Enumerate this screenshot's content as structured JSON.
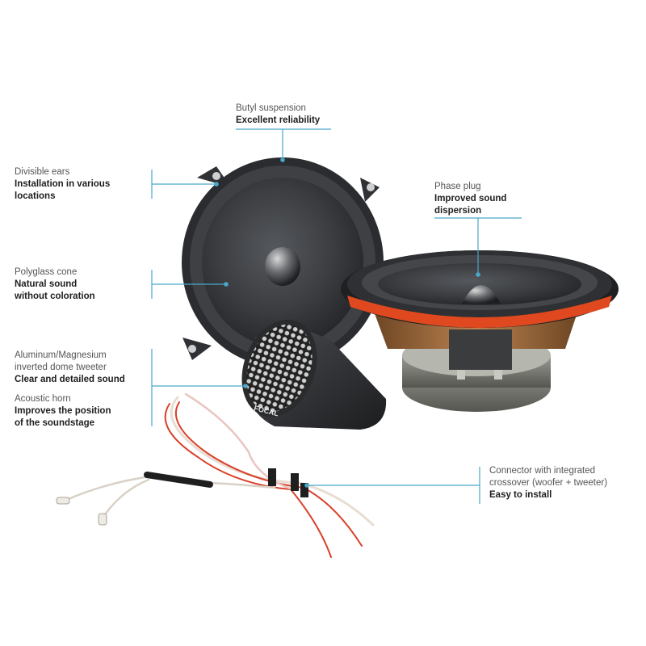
{
  "callouts": {
    "butyl": {
      "title": "Butyl suspension",
      "desc": "Excellent reliability"
    },
    "ears": {
      "title": "Divisible ears",
      "desc": "Installation in various\nlocations"
    },
    "phase": {
      "title": "Phase plug",
      "desc": "Improved sound\ndispersion"
    },
    "cone": {
      "title": "Polyglass cone",
      "desc": "Natural sound\nwithout coloration"
    },
    "tweeter": {
      "title": "Aluminum/Magnesium",
      "title2": "inverted dome tweeter",
      "desc": "Clear and detailed sound"
    },
    "horn": {
      "title": "Acoustic horn",
      "desc": "Improves the position\nof the soundstage"
    },
    "connector": {
      "title": "Connector with integrated",
      "title2": "crossover (woofer + tweeter)",
      "desc": "Easy to install"
    }
  },
  "brand": "FOCAL",
  "colors": {
    "leader": "#4aa8c9",
    "speaker_dark": "#2b2d30",
    "cone": "#3a3c3f",
    "surround_accent": "#e0491f",
    "basket_copper": "#9b6a3c",
    "magnet": "#6e6f6a",
    "wire_red": "#d9412a",
    "wire_clear": "#e6ddd0"
  }
}
